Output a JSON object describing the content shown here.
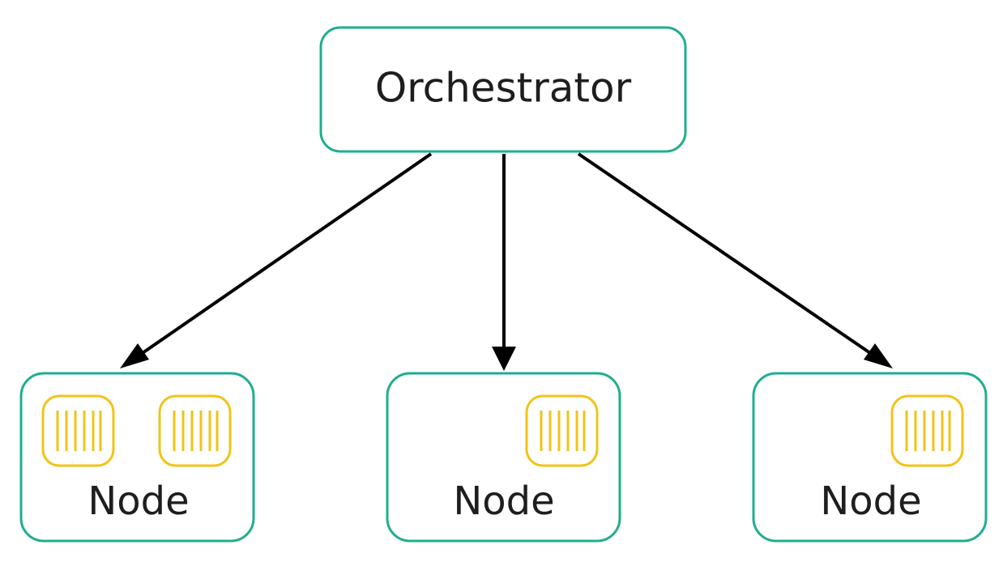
{
  "diagram": {
    "orchestrator": {
      "label": "Orchestrator"
    },
    "nodes": [
      {
        "label": "Node",
        "containers": 2
      },
      {
        "label": "Node",
        "containers": 1
      },
      {
        "label": "Node",
        "containers": 1
      }
    ],
    "edges": [
      {
        "from": "orchestrator",
        "to": "node-1"
      },
      {
        "from": "orchestrator",
        "to": "node-2"
      },
      {
        "from": "orchestrator",
        "to": "node-3"
      }
    ],
    "colors": {
      "box_border": "#1fae8f",
      "container": "#f2c318",
      "arrow": "#000000",
      "text": "#1e1e1e"
    }
  }
}
